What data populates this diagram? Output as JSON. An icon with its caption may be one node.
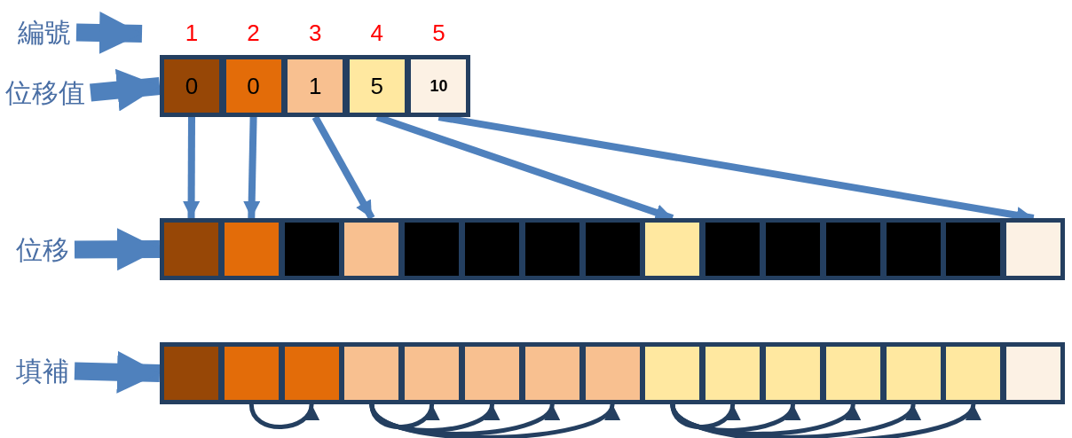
{
  "diagram": {
    "nodes": [
      {
        "text": [
          "編號"
        ]
      },
      {
        "text": [
          "位移值"
        ]
      },
      {
        "text": [
          "0"
        ]
      },
      {
        "text": [
          "0"
        ]
      },
      {
        "text": [
          "1"
        ]
      },
      {
        "text": [
          "5"
        ]
      },
      {
        "text": [
          "10"
        ]
      },
      {
        "text": [
          "位移"
        ]
      },
      {
        "text": [],
        "shape": "box"
      },
      {
        "text": [],
        "shape": "box"
      },
      {
        "text": [],
        "shape": "box"
      },
      {
        "text": [],
        "shape": "box"
      },
      {
        "text": [],
        "shape": "box"
      },
      {
        "text": [],
        "shape": "box"
      },
      {
        "text": [],
        "shape": "box"
      },
      {
        "text": [],
        "shape": "box"
      },
      {
        "text": [],
        "shape": "box"
      },
      {
        "text": [],
        "shape": "box"
      },
      {
        "text": [],
        "shape": "box"
      },
      {
        "text": [],
        "shape": "box"
      },
      {
        "text": [],
        "shape": "box"
      },
      {
        "text": [],
        "shape": "box"
      },
      {
        "text": [],
        "shape": "box"
      },
      {
        "text": [
          "填補"
        ]
      },
      {
        "text": [],
        "shape": "box"
      },
      {
        "text": [],
        "shape": "box"
      },
      {
        "text": [],
        "shape": "box"
      },
      {
        "text": [],
        "shape": "box"
      },
      {
        "text": [],
        "shape": "box"
      },
      {
        "text": [],
        "shape": "box"
      },
      {
        "text": [],
        "shape": "box"
      },
      {
        "text": [],
        "shape": "box"
      },
      {
        "text": [],
        "shape": "box"
      },
      {
        "text": [],
        "shape": "box"
      },
      {
        "text": [],
        "shape": "box"
      },
      {
        "text": [],
        "shape": "box"
      },
      {
        "text": [],
        "shape": "box"
      },
      {
        "text": [],
        "shape": "box"
      },
      {
        "text": [],
        "shape": "box"
      }
    ],
    "edges": [
      {
        "from": 0,
        "to": null,
        "arrow": "to",
        "style": "thick",
        "color": "#4f81bd"
      },
      {
        "from": 1,
        "to": 2,
        "arrow": "to",
        "style": "thick",
        "color": "#4f81bd"
      },
      {
        "from": 2,
        "to": 8,
        "arrow": "to",
        "color": "#4f81bd"
      },
      {
        "from": 3,
        "to": 9,
        "arrow": "to",
        "color": "#4f81bd"
      },
      {
        "from": 4,
        "to": 11,
        "arrow": "to",
        "color": "#4f81bd"
      },
      {
        "from": 5,
        "to": 16,
        "arrow": "to",
        "color": "#4f81bd"
      },
      {
        "from": 6,
        "to": 22,
        "arrow": "to",
        "color": "#4f81bd"
      },
      {
        "from": 7,
        "to": 8,
        "arrow": "to",
        "style": "thick",
        "color": "#4f81bd"
      },
      {
        "from": 23,
        "to": 24,
        "arrow": "to",
        "style": "thick",
        "color": "#4f81bd"
      },
      {
        "from": 25,
        "to": 26,
        "arrow": "to"
      },
      {
        "from": 27,
        "to": 28,
        "arrow": "to"
      },
      {
        "from": 27,
        "to": 29,
        "arrow": "to"
      },
      {
        "from": 27,
        "to": 30,
        "arrow": "to"
      },
      {
        "from": 27,
        "to": 31,
        "arrow": "to"
      },
      {
        "from": 32,
        "to": 33,
        "arrow": "to"
      },
      {
        "from": 32,
        "to": 34,
        "arrow": "to"
      },
      {
        "from": 32,
        "to": 35,
        "arrow": "to"
      },
      {
        "from": 32,
        "to": 36,
        "arrow": "to"
      },
      {
        "from": 32,
        "to": 37,
        "arrow": "to"
      }
    ],
    "labels": [
      "1",
      "2",
      "3",
      "4",
      "5"
    ]
  }
}
